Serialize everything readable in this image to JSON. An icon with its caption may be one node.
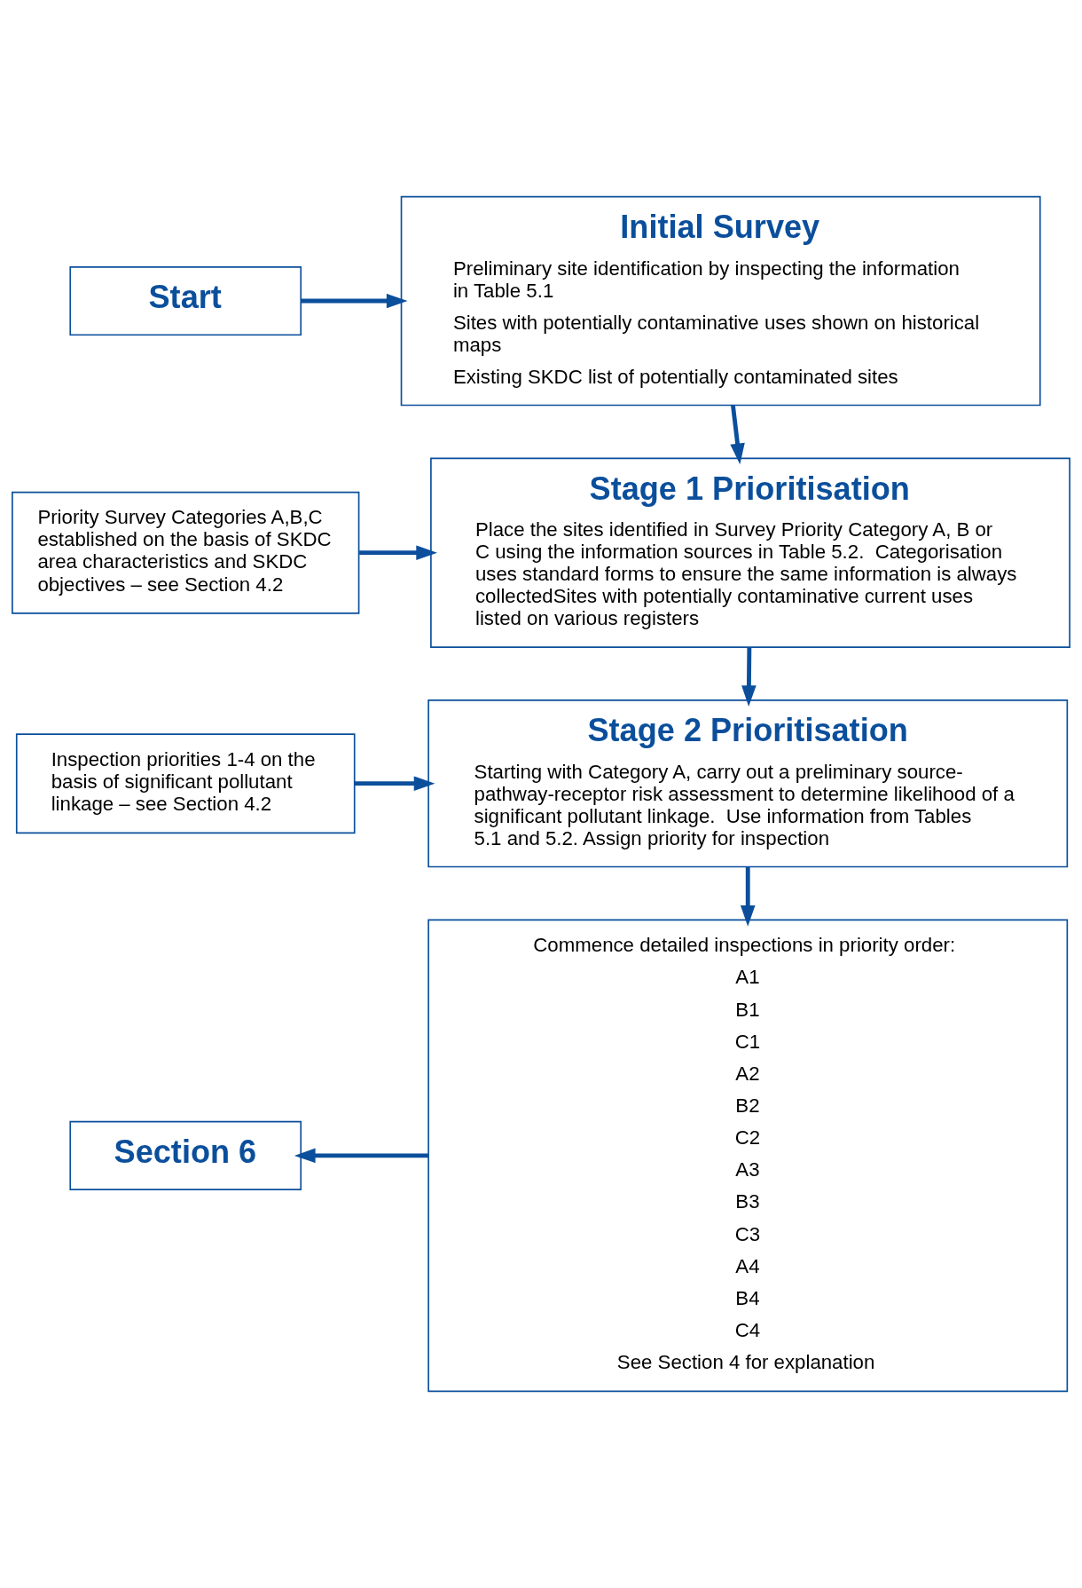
{
  "diagram": {
    "nodes": [
      {
        "text": [
          "Start"
        ]
      },
      {
        "text": [
          "Initial Survey",
          "Preliminary site identification by inspecting the information in Table 5.1",
          "Sites with potentially contaminative uses shown on historical maps",
          "Existing SKDC list of potentially contaminated sites"
        ]
      },
      {
        "text": [
          "Stage 1 Prioritisation",
          "Place the sites identified in Survey Priority Category A, B or C using the information sources in Table 5.2.  Categorisation uses standard forms to ensure the same information is always collectedSites with potentially contaminative current uses listed on various registers"
        ]
      },
      {
        "text": [
          "Priority Survey Categories A,B,C established on the basis of SKDC area characteristics and SKDC objectives – see Section 4.2"
        ]
      },
      {
        "text": [
          "Stage 2 Prioritisation",
          "Starting with Category A, carry out a preliminary source-pathway-receptor risk assessment to determine likelihood of a significant pollutant linkage.  Use information from Tables 5.1 and 5.2. Assign priority for inspection"
        ]
      },
      {
        "text": [
          "Inspection priorities 1-4 on the basis of significant pollutant linkage – see Section 4.2"
        ]
      },
      {
        "text": [
          "Commence detailed inspections in priority order:",
          "A1",
          "B1",
          "C1",
          "A2",
          "B2",
          "C2",
          "A3",
          "B3",
          "C3",
          "A4",
          "B4",
          "C4",
          "See Section 4 for explanation"
        ]
      },
      {
        "text": [
          "Section 6"
        ]
      }
    ],
    "edges": [
      {
        "from": 0,
        "to": 1,
        "arrow": "to"
      },
      {
        "from": 1,
        "to": 2,
        "arrow": "to"
      },
      {
        "from": 3,
        "to": 2,
        "arrow": "to"
      },
      {
        "from": 2,
        "to": 4,
        "arrow": "to"
      },
      {
        "from": 5,
        "to": 4,
        "arrow": "to"
      },
      {
        "from": 4,
        "to": 6,
        "arrow": "to"
      },
      {
        "from": 6,
        "to": 7,
        "arrow": "to"
      }
    ]
  }
}
